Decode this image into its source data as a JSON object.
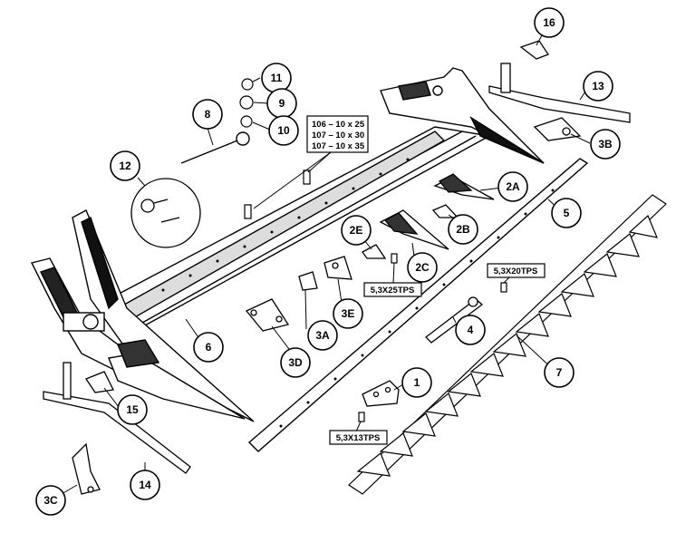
{
  "callouts": {
    "c1": "1",
    "c2a": "2A",
    "c2b": "2B",
    "c2c": "2C",
    "c2e": "2E",
    "c3a": "3A",
    "c3b": "3B",
    "c3c": "3C",
    "c3d": "3D",
    "c3e": "3E",
    "c4": "4",
    "c5": "5",
    "c6": "6",
    "c7": "7",
    "c8": "8",
    "c9": "9",
    "c10": "10",
    "c11": "11",
    "c12": "12",
    "c13": "13",
    "c14": "14",
    "c15": "15",
    "c16": "16"
  },
  "bolt_table": {
    "row1": "106 – 10 x 25",
    "row2": "107 – 10 x 30",
    "row3": "107 – 10 x 35"
  },
  "bolt_labels": {
    "b1": "5,3X25TPS",
    "b2": "5,3X20TPS",
    "b3": "5,3X13TPS"
  }
}
